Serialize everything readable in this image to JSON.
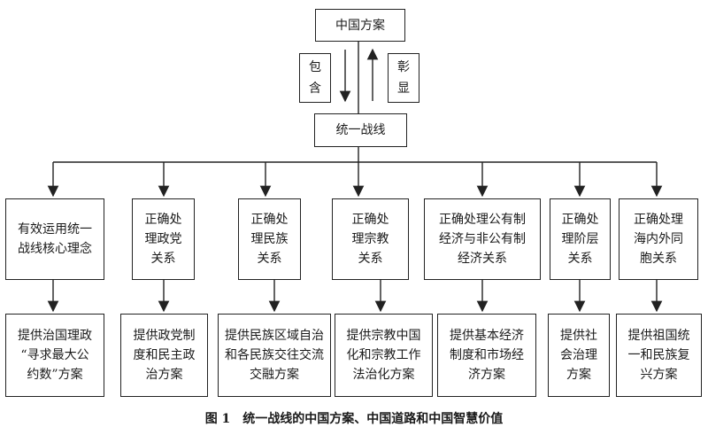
{
  "top": "中国方案",
  "arrow_labels": {
    "left": "包\n含",
    "right": "彰\n显"
  },
  "center": "统一战线",
  "relations": [
    "有效运用统一\n战线核心理念",
    "正确处\n理政党\n关系",
    "正确处\n理民族\n关系",
    "正确处\n理宗教\n关系",
    "正确处理公有制\n经济与非公有制\n经济关系",
    "正确处\n理阶层\n关系",
    "正确处理\n海内外同\n胞关系"
  ],
  "plans": [
    "提供治国理政\n“寻求最大公\n约数”方案",
    "提供政党制\n度和民主政\n治方案",
    "提供民族区域自治\n和各民族交往交流\n交融方案",
    "提供宗教中国\n化和宗教工作\n法治化方案",
    "提供基本经济\n制度和市场经\n济方案",
    "提供社\n会治理\n方案",
    "提供祖国统\n一和民族复\n兴方案"
  ],
  "caption": "图 1　统一战线的中国方案、中国道路和中国智慧价值"
}
